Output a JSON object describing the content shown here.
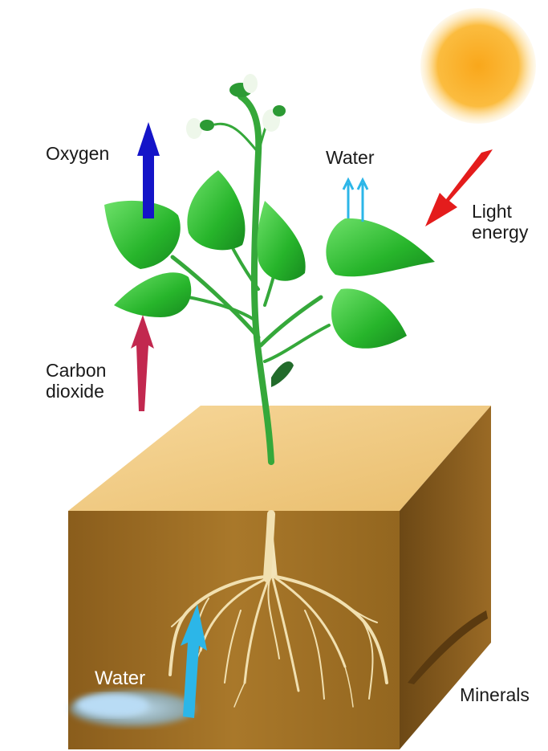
{
  "labels": {
    "oxygen": "Oxygen",
    "water_top": "Water",
    "light_energy": [
      "Light",
      "energy"
    ],
    "carbon_dioxide": [
      "Carbon",
      "dioxide"
    ],
    "water_soil": "Water",
    "minerals": "Minerals"
  },
  "colors": {
    "sun": "#f9a71b",
    "leaf": "#2fbf2f",
    "stem": "#36a93a",
    "soil_top": "#f5d08a",
    "soil_front": "#a0701e",
    "soil_side": "#7a531a",
    "root": "#f3e4b8",
    "oxygen_arrow": "#1414c8",
    "water_arrow": "#2cb6e8",
    "light_arrow": "#e41c1c",
    "co2_arrow": "#c2284f",
    "groundwater": "#9fd0ee"
  },
  "icons": {
    "sun": "sun-icon",
    "plant": "plant-icon"
  }
}
